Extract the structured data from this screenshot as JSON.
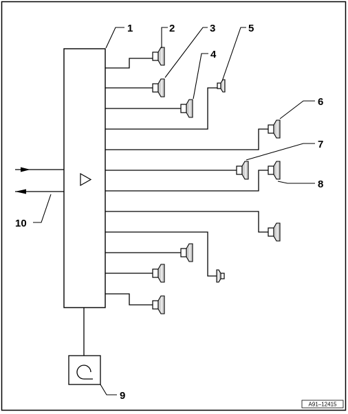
{
  "labels": {
    "amplifier": "1",
    "speaker_2": "2",
    "speaker_3": "3",
    "speaker_4": "4",
    "speaker_5": "5",
    "speaker_6": "6",
    "speaker_7": "7",
    "speaker_8": "8",
    "microphone": "9",
    "signal_lines": "10"
  },
  "reference_code": "A91–12415"
}
